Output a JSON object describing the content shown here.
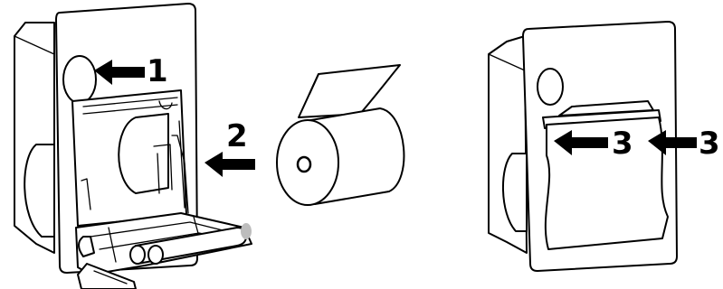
{
  "figure": {
    "step_labels": {
      "step1": "1",
      "step2": "2",
      "step3a": "3",
      "step3b": "3"
    }
  }
}
